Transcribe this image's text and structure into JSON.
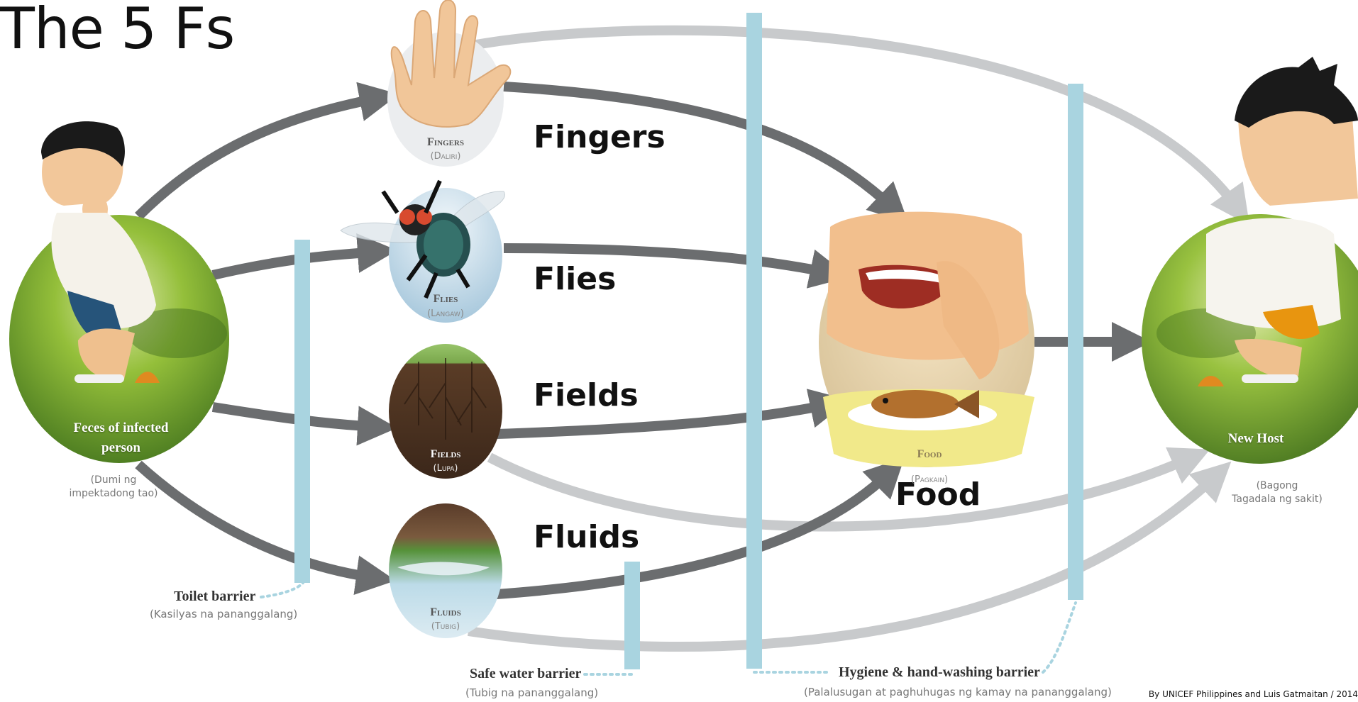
{
  "title": "The 5 Fs",
  "routes": {
    "fingers": "Fingers",
    "flies": "Flies",
    "fields": "Fields",
    "fluids": "Fluids",
    "food": "Food"
  },
  "nodes": {
    "source": {
      "label_line1": "Feces of infected",
      "label_line2": "person",
      "sub_line1": "(Dumi ng",
      "sub_line2": "impektadong tao)"
    },
    "fingers": {
      "label": "Fingers",
      "sub": "(Daliri)"
    },
    "flies": {
      "label": "Flies",
      "sub": "(Langaw)"
    },
    "fields": {
      "label": "Fields",
      "sub": "(Lupa)"
    },
    "fluids": {
      "label": "Fluids",
      "sub": "(Tubig)"
    },
    "food": {
      "label": "Food",
      "sub": "(Pagkain)"
    },
    "host": {
      "label": "New Host",
      "sub_line1": "(Bagong",
      "sub_line2": "Tagadala ng sakit)"
    }
  },
  "barriers": {
    "toilet": {
      "label": "Toilet barrier",
      "sub": "(Kasilyas na pananggalang)"
    },
    "water": {
      "label": "Safe water barrier",
      "sub": "(Tubig na pananggalang)"
    },
    "hygiene": {
      "label": "Hygiene & hand-washing barrier",
      "sub": "(Palalusugan at paghuhugas ng kamay na pananggalang)"
    }
  },
  "credit": "By UNICEF Philippines and Luis Gatmaitan / 2014",
  "colors": {
    "barrier": "#a9d4e0",
    "dark_arrow": "#6b6d6f",
    "light_arrow": "#c8cacc",
    "grass": "#7fae2e"
  }
}
